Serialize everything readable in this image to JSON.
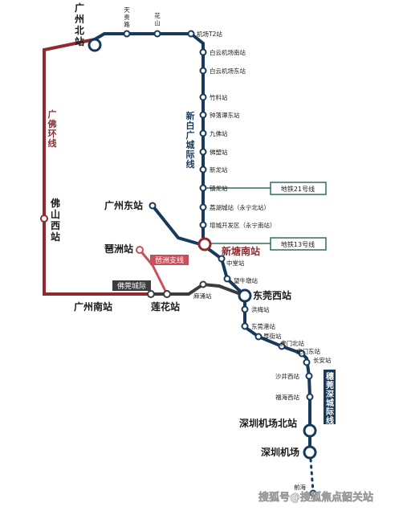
{
  "colors": {
    "navy": "#173a5c",
    "red": "#8e2a30",
    "pink": "#c8505b",
    "gray": "#3c3c3c",
    "teal": "#2e6e66"
  },
  "lines": {
    "guangfo": "广佛环线",
    "xinbai": "新白广城际线",
    "pi_zhou": "琶洲支线",
    "fo_guan": "佛莞城际",
    "sui_guan_shen": "穗莞深城际线"
  },
  "metro": {
    "m21": "地铁21号线",
    "m13": "地铁13号线"
  },
  "stations": {
    "guangzhou_north": "广州北站",
    "tiangui": "天贵路",
    "huashan": "花山",
    "t2": "机场T2站",
    "baiyun_south": "白云机场南站",
    "baiyun_east": "白云机场东站",
    "zhuliao": "竹料站",
    "zhongluotan": "钟落潭东站",
    "jiufo": "九佛站",
    "fosu": "佛塑站",
    "xinlong": "新龙站",
    "zhenlong": "镇龙站",
    "lihu": "荔湖城站（永宁北站）",
    "zengcheng": "增城开发区（永宁南站）",
    "guangzhou_east": "广州东站",
    "xintang_south": "新塘南站",
    "zhongtang": "中堂站",
    "wangniudun": "望牛墩站",
    "pazhou": "琶洲站",
    "foshan_west": "佛山西站",
    "guangzhou_south": "广州南站",
    "lianhua": "莲花站",
    "mayong": "麻涌站",
    "dongguan_west": "东莞西站",
    "hongmei": "洪梅站",
    "dongguangang": "东莞港站",
    "houjie": "厚街站",
    "humen_north": "虎门北站",
    "humen_east": "虎门东站",
    "chang_an": "长安站",
    "shajing_west": "沙井西站",
    "fuhai_west": "福海西站",
    "sz_airport_north": "深圳机场北站",
    "sz_airport": "深圳机场",
    "qianhai": "前海"
  },
  "watermark": "搜狐号@搜狐焦点韶关站"
}
